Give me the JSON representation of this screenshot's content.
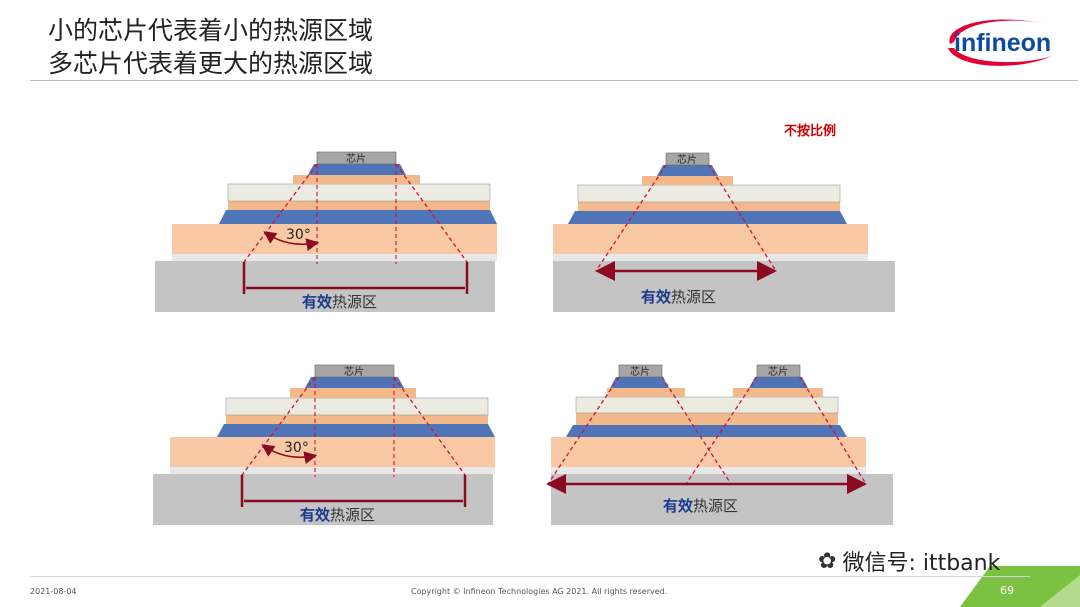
{
  "title": {
    "line1": "小的芯片代表着小的热源区域",
    "line2": "多芯片代表着更大的热源区域"
  },
  "logo_text": "infineon",
  "note": "不按比例",
  "labels": {
    "chip": "芯片",
    "angle": "30°",
    "effective_prefix": "有效",
    "effective_suffix": "热源区"
  },
  "footer": {
    "date": "2021-08-04",
    "copyright": "Copyright © Infineon Technologies AG 2021. All rights reserved.",
    "page": "69"
  },
  "watermark": "微信号: ittbank",
  "colors": {
    "chip": "#a6a6a6",
    "solder": "#4f74b8",
    "orange": "#f8c9a4",
    "ceramic": "#ecebe2",
    "copper_layer": "#f4b98a",
    "baseplate": "#c4c4c4",
    "red": "#a0102a",
    "accent_green": "#7cc242",
    "logo_red": "#e30034",
    "logo_blue": "#0e4b9c"
  }
}
